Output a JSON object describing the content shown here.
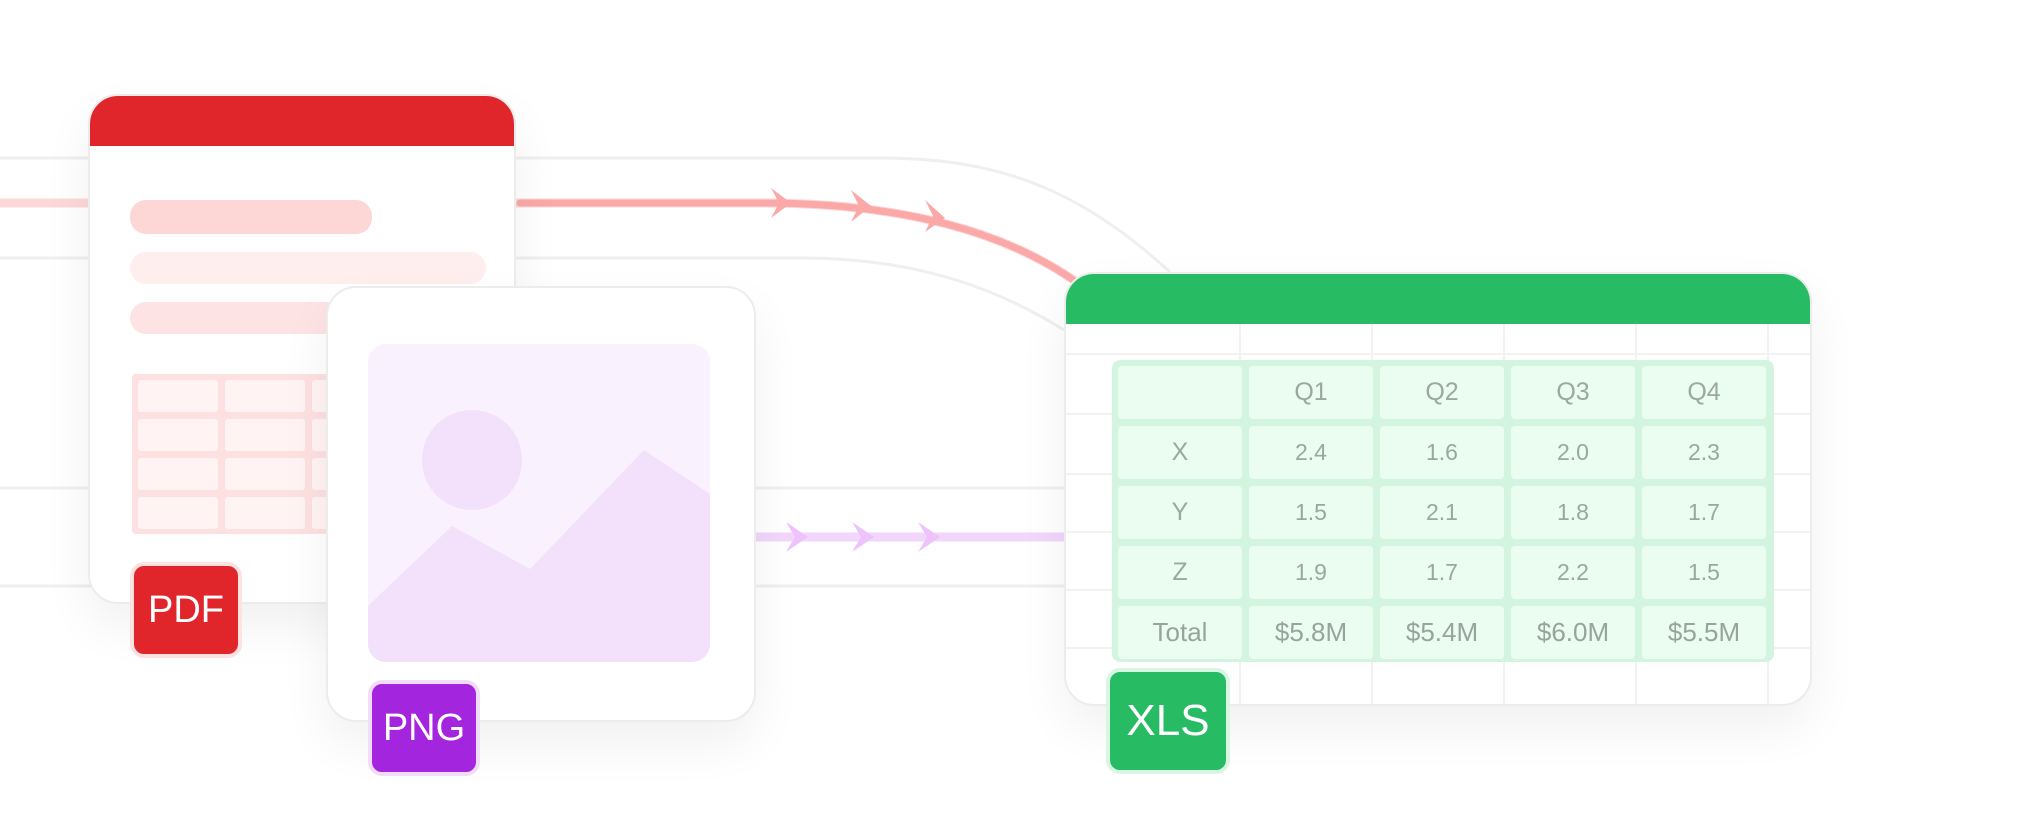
{
  "colors": {
    "pdf_red": "#e0262b",
    "png_purple": "#a425de",
    "xls_green": "#27bb63",
    "pdf_line_light": "#fdd6d6",
    "pdf_line_lighter": "#feeeee",
    "image_fill": "#f3e0fb",
    "red_flow": "#fba8a8",
    "purple_flow": "#eec2fb"
  },
  "icons": {
    "pdf_image": "landscape-image-icon",
    "flow_markers": "chevron-right-icon"
  },
  "badges": {
    "pdf": "PDF",
    "png": "PNG",
    "xls": "XLS"
  },
  "table": {
    "headers": [
      "",
      "Q1",
      "Q2",
      "Q3",
      "Q4"
    ],
    "rows": [
      {
        "label": "X",
        "values": [
          "2.4",
          "1.6",
          "2.0",
          "2.3"
        ]
      },
      {
        "label": "Y",
        "values": [
          "1.5",
          "2.1",
          "1.8",
          "1.7"
        ]
      },
      {
        "label": "Z",
        "values": [
          "1.9",
          "1.7",
          "2.2",
          "1.5"
        ]
      },
      {
        "label": "Total",
        "values": [
          "$5.8M",
          "$5.4M",
          "$6.0M",
          "$5.5M"
        ]
      }
    ]
  }
}
